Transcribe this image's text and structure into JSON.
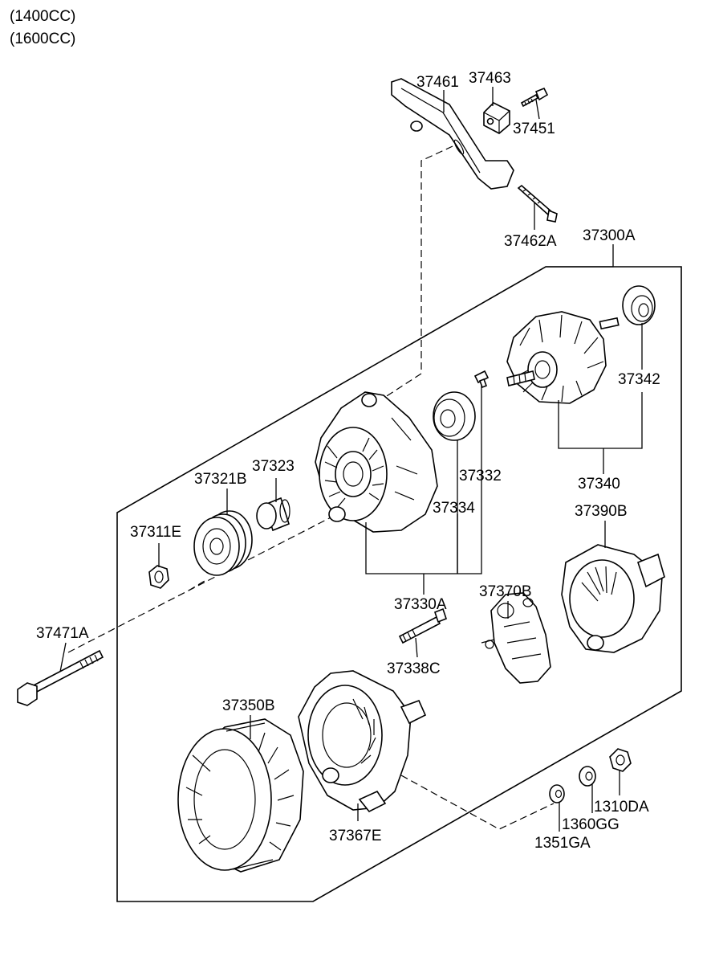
{
  "engine_variants": [
    "(1400CC)",
    "(1600CC)"
  ],
  "labels": {
    "p37461": "37461",
    "p37463": "37463",
    "p37451": "37451",
    "p37462A": "37462A",
    "p37300A": "37300A",
    "p37342": "37342",
    "p37340": "37340",
    "p37323": "37323",
    "p37321B": "37321B",
    "p37332": "37332",
    "p37334": "37334",
    "p37311E": "37311E",
    "p37390B": "37390B",
    "p37330A": "37330A",
    "p37370B": "37370B",
    "p37471A": "37471A",
    "p37338C": "37338C",
    "p37350B": "37350B",
    "p1310DA": "1310DA",
    "p1360GG": "1360GG",
    "p1351GA": "1351GA",
    "p37367E": "37367E"
  }
}
